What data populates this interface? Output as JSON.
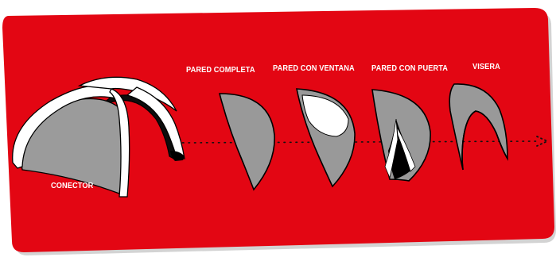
{
  "diagram": {
    "labels": {
      "connector": "CONECTOR",
      "full_wall": "PARED COMPLETA",
      "window_wall": "PARED CON VENTANA",
      "door_wall": "PARED CON PUERTA",
      "visor": "VISERA"
    },
    "colors": {
      "banner": "#e30613",
      "panel": "#999999",
      "outline": "#000000",
      "highlight": "#ffffff",
      "background": "#ffffff"
    }
  }
}
